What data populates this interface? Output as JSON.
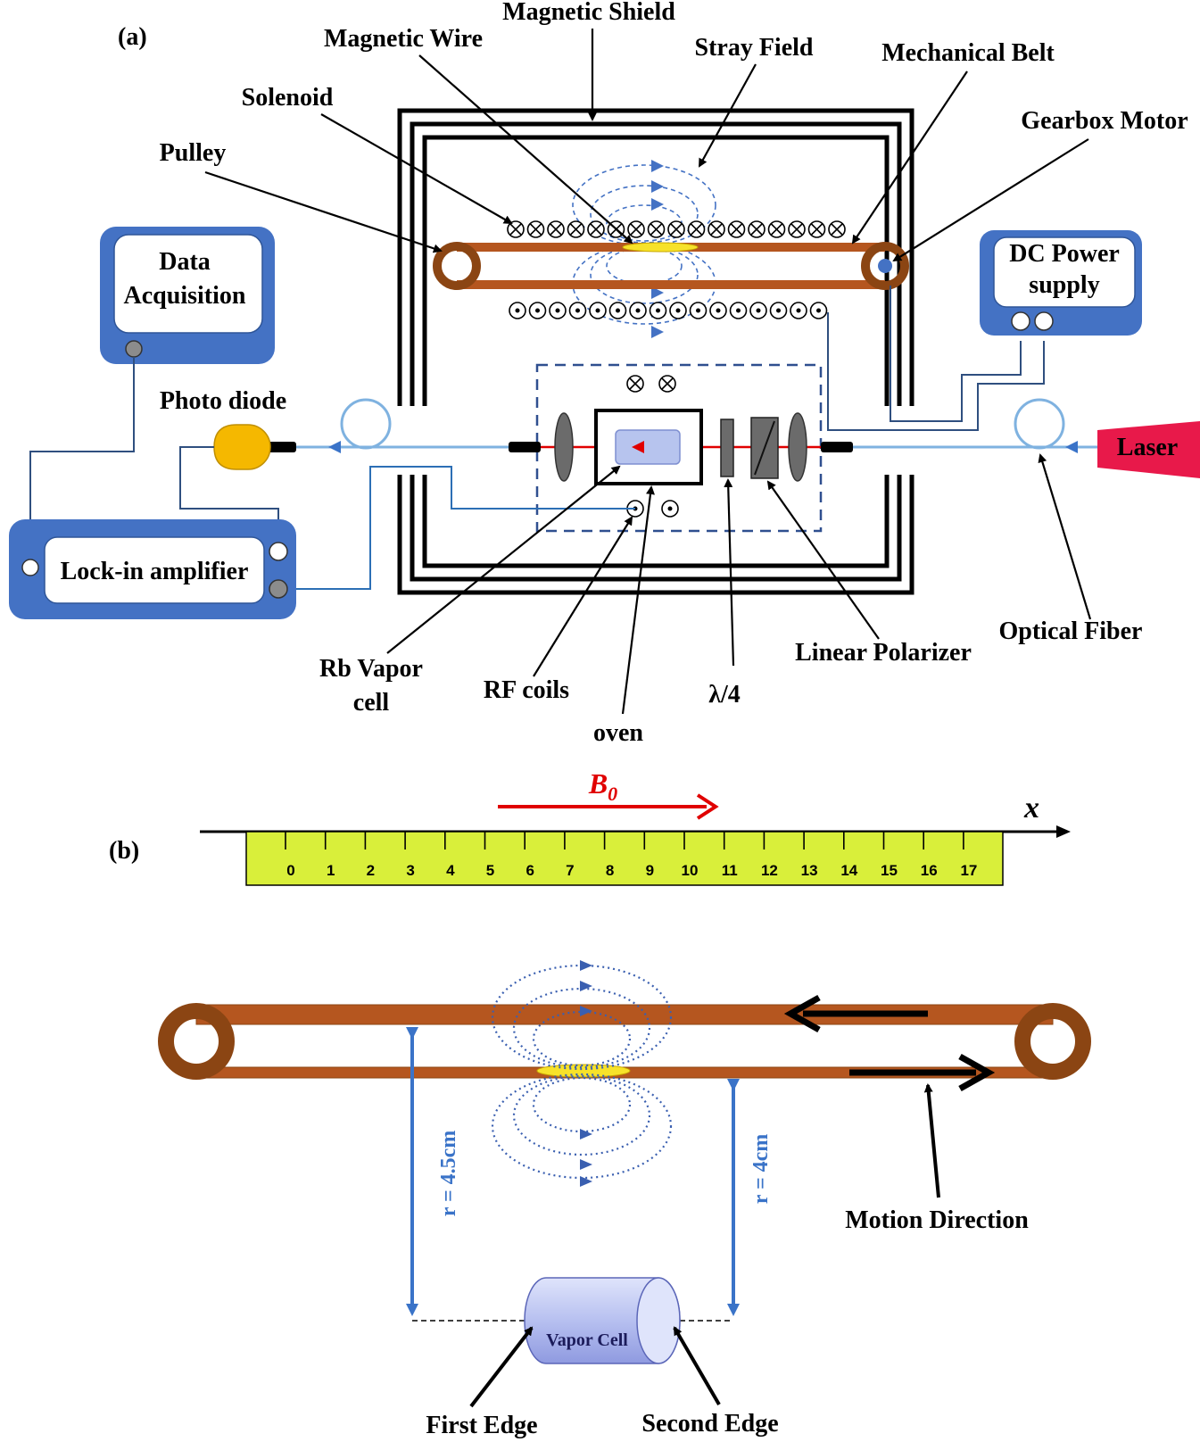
{
  "panel_a": {
    "panel_label": "(a)",
    "labels": {
      "magnetic_shield": "Magnetic Shield",
      "magnetic_wire": "Magnetic Wire",
      "stray_field": "Stray Field",
      "mechanical_belt": "Mechanical Belt",
      "solenoid": "Solenoid",
      "gearbox_motor": "Gearbox Motor",
      "pulley": "Pulley",
      "photo_diode": "Photo diode",
      "laser": "Laser",
      "optical_fiber": "Optical Fiber",
      "rb_vapor_cell_line1": "Rb Vapor",
      "rb_vapor_cell_line2": "cell",
      "rf_coils": "RF coils",
      "oven": "oven",
      "quarter_wave": "λ/4",
      "linear_polarizer": "Linear Polarizer"
    },
    "boxes": {
      "data_acquisition_line1": "Data",
      "data_acquisition_line2": "Acquisition",
      "lock_in_amplifier": "Lock-in amplifier",
      "dc_power_line1": "DC Power",
      "dc_power_line2": "supply"
    },
    "solenoid_top_symbol": "⊗",
    "solenoid_bottom_symbol": "⊙"
  },
  "panel_b": {
    "panel_label": "(b)",
    "field_label": "B",
    "field_subscript": "0",
    "axis_label": "x",
    "ruler_ticks": [
      "0",
      "1",
      "2",
      "3",
      "4",
      "5",
      "6",
      "7",
      "8",
      "9",
      "10",
      "11",
      "12",
      "13",
      "14",
      "15",
      "16",
      "17"
    ],
    "r_left": "r = 4.5cm",
    "r_right": "r = 4cm",
    "vapor_cell": "Vapor Cell",
    "first_edge": "First Edge",
    "second_edge": "Second Edge",
    "motion_direction": "Motion Direction"
  },
  "colors": {
    "belt": "#b5561f",
    "pulley": "#8b4513",
    "box_fill": "#4472c4",
    "laser": "#e8194a",
    "photodiode": "#f5b800",
    "fiber": "#7fb2e0",
    "beam": "#e00000",
    "ruler": "#d9ef3a",
    "field_line": "#4472c4",
    "magnet": "#f7e22a"
  }
}
